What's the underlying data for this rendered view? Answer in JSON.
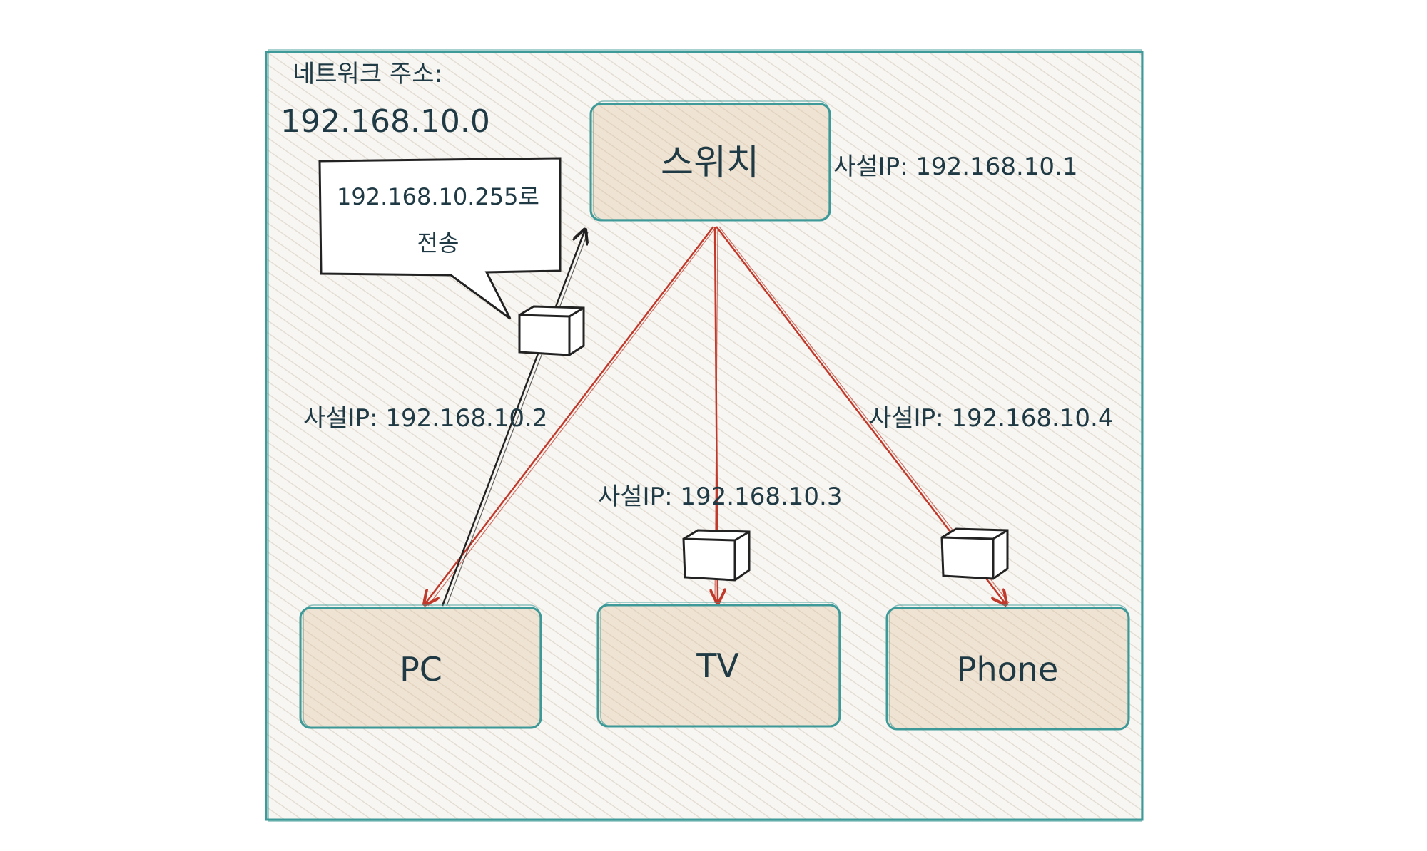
{
  "network": {
    "label_line1": "네트워크 주소:",
    "label_line2": "192.168.10.0"
  },
  "switch": {
    "label": "스위치",
    "ip_label": "사설IP: 192.168.10.1"
  },
  "devices": [
    {
      "label": "PC",
      "ip_label": "사설IP: 192.168.10.2"
    },
    {
      "label": "TV",
      "ip_label": "사설IP: 192.168.10.3"
    },
    {
      "label": "Phone",
      "ip_label": "사설IP: 192.168.10.4"
    }
  ],
  "callout": {
    "line1": "192.168.10.255로",
    "line2": "전송"
  },
  "colors": {
    "frame_border": "#3e9a98",
    "node_fill": "#efe3d4",
    "broadcast_arrow": "#c0392b",
    "send_arrow": "#222222",
    "text": "#1f3a44"
  }
}
